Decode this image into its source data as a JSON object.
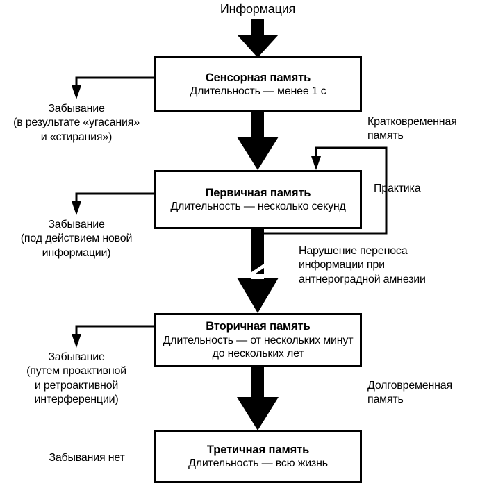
{
  "diagram": {
    "title_text": "Информация",
    "boxes": [
      {
        "id": "sensory-memory",
        "title": "Сенсорная память",
        "subtitle": "Длительность — менее 1 с"
      },
      {
        "id": "primary-memory",
        "title": "Первичная память",
        "subtitle": "Длительность — несколько секунд"
      },
      {
        "id": "secondary-memory",
        "title": "Вторичная память",
        "subtitle": "Длительность — от нескольких минут до нескольких лет"
      },
      {
        "id": "tertiary-memory",
        "title": "Третичная память",
        "subtitle": "Длительность — всю жизнь"
      }
    ],
    "left_labels": [
      "Забывание\n(в результате «угасания»\nи «стирания»)",
      "Забывание\n(под действием новой\nинформации)",
      "Забывание\n(путем проактивной\nи ретроактивной\nинтерференции)",
      "Забывания нет"
    ],
    "right_labels": [
      "Кратковременная\nпамять",
      "Практика",
      "Нарушение переноса\nинформации при\nантнероградной амнезии",
      "Долговременная\nпамять"
    ],
    "colors": {
      "stroke": "#000000",
      "background": "#ffffff"
    }
  }
}
